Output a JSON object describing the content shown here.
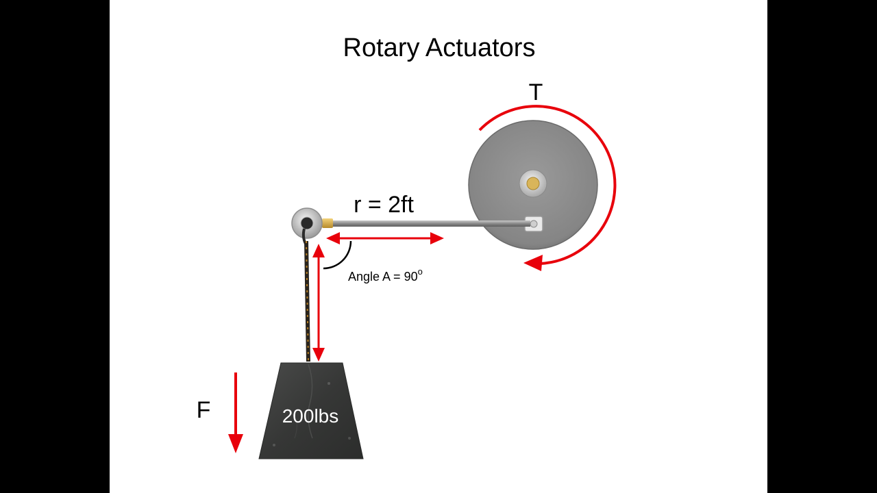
{
  "title": "Rotary Actuators",
  "labels": {
    "torque": "T",
    "radius": "r = 2ft",
    "angle_prefix": "Angle A = 90",
    "angle_degree": "o",
    "force": "F",
    "weight": "200lbs"
  },
  "colors": {
    "background": "#000000",
    "slide": "#ffffff",
    "arrow": "#e8000b",
    "disc": "#8c8c8c",
    "weight_block": "#3a3b3a",
    "text": "#000000",
    "weight_text": "#ffffff"
  }
}
